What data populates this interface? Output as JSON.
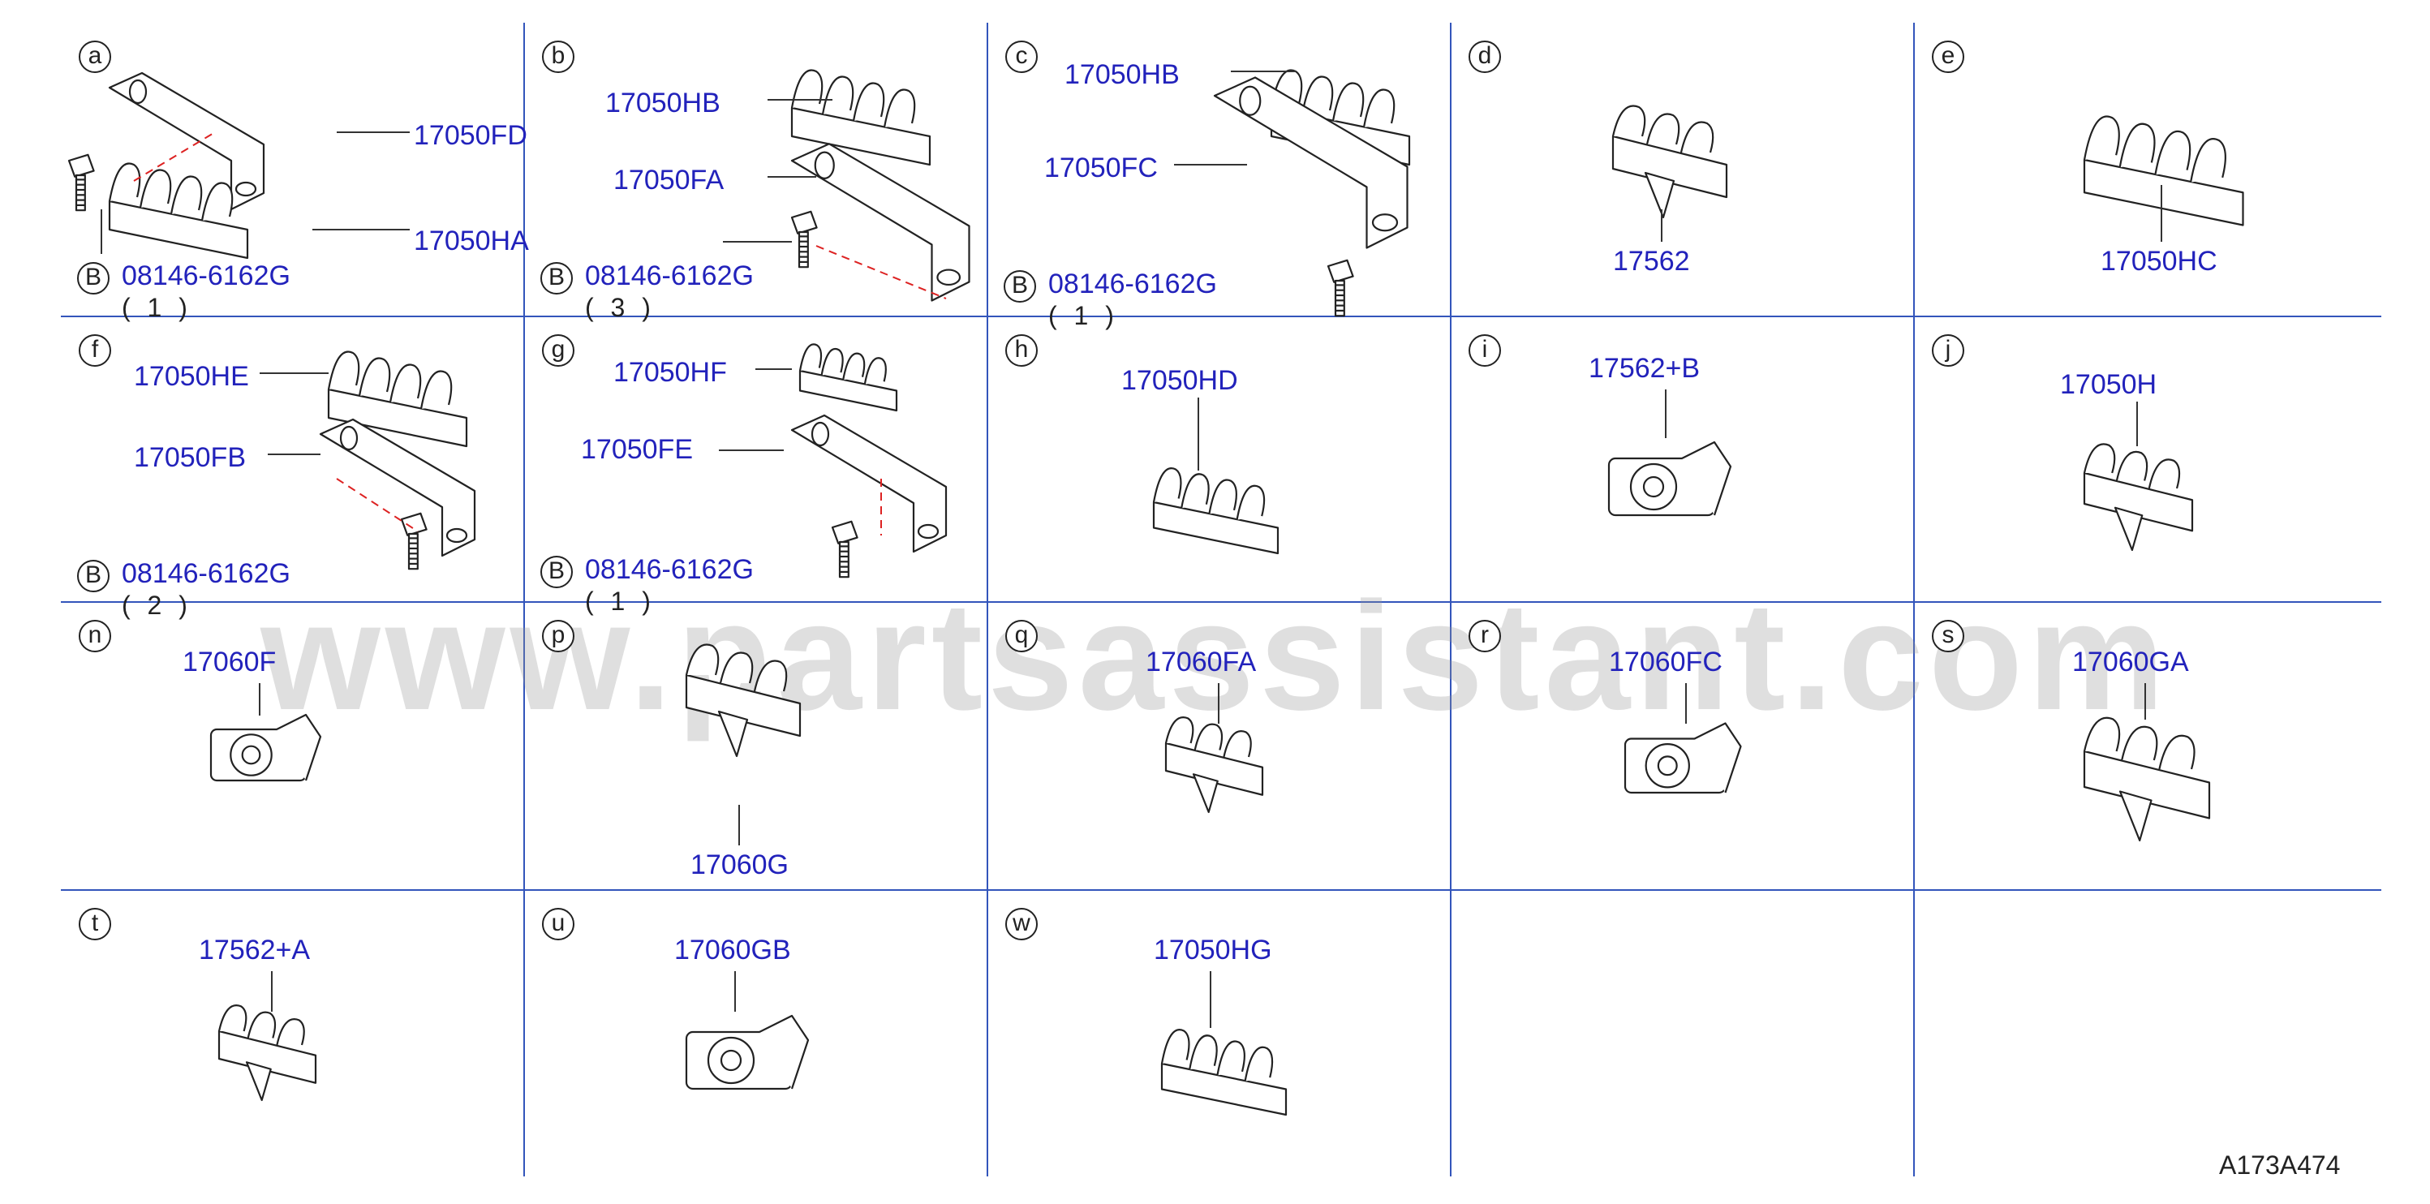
{
  "watermark": "www.partsassistant.com",
  "figure_code": "A173A474",
  "colors": {
    "grid": "#3355bb",
    "part_number": "#2222bb",
    "leader": "#333333",
    "fastener_dash": "#dd2222"
  },
  "cells": [
    {
      "letter": "a",
      "labels": [
        "17050FD",
        "17050HA"
      ],
      "bolt": {
        "symbol": "B",
        "part": "08146-6162G",
        "qty": "( 1 )"
      }
    },
    {
      "letter": "b",
      "labels": [
        "17050HB",
        "17050FA"
      ],
      "bolt": {
        "symbol": "B",
        "part": "08146-6162G",
        "qty": "( 3 )"
      }
    },
    {
      "letter": "c",
      "labels": [
        "17050HB",
        "17050FC"
      ],
      "bolt": {
        "symbol": "B",
        "part": "08146-6162G",
        "qty": "( 1 )"
      }
    },
    {
      "letter": "d",
      "labels": [
        "17562"
      ]
    },
    {
      "letter": "e",
      "labels": [
        "17050HC"
      ]
    },
    {
      "letter": "f",
      "labels": [
        "17050HE",
        "17050FB"
      ],
      "bolt": {
        "symbol": "B",
        "part": "08146-6162G",
        "qty": "( 2 )"
      }
    },
    {
      "letter": "g",
      "labels": [
        "17050HF",
        "17050FE"
      ],
      "bolt": {
        "symbol": "B",
        "part": "08146-6162G",
        "qty": "( 1 )"
      }
    },
    {
      "letter": "h",
      "labels": [
        "17050HD"
      ]
    },
    {
      "letter": "i",
      "labels": [
        "17562+B"
      ]
    },
    {
      "letter": "j",
      "labels": [
        "17050H"
      ]
    },
    {
      "letter": "n",
      "labels": [
        "17060F"
      ]
    },
    {
      "letter": "p",
      "labels": [
        "17060G"
      ]
    },
    {
      "letter": "q",
      "labels": [
        "17060FA"
      ]
    },
    {
      "letter": "r",
      "labels": [
        "17060FC"
      ]
    },
    {
      "letter": "s",
      "labels": [
        "17060GA"
      ]
    },
    {
      "letter": "t",
      "labels": [
        "17562+A"
      ]
    },
    {
      "letter": "u",
      "labels": [
        "17060GB"
      ]
    },
    {
      "letter": "w",
      "labels": [
        "17050HG"
      ]
    }
  ]
}
